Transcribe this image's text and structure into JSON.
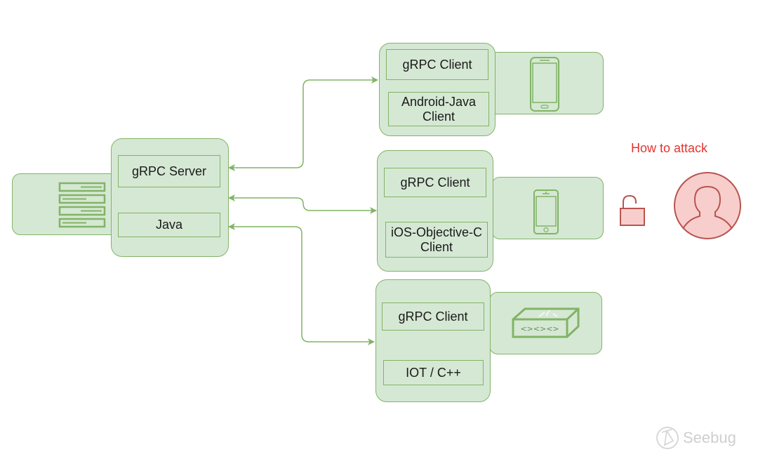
{
  "diagram": {
    "server": {
      "labels": [
        "gRPC Server",
        "Java"
      ],
      "icon": "server-rack-icon"
    },
    "clients": [
      {
        "labels": [
          "gRPC Client",
          "Android-Java\nClient"
        ],
        "icon": "android-phone-icon"
      },
      {
        "labels": [
          "gRPC Client",
          "iOS-Objective-C\nClient"
        ],
        "icon": "iphone-icon"
      },
      {
        "labels": [
          "gRPC Client",
          "IOT / C++"
        ],
        "icon": "network-switch-icon"
      }
    ],
    "attack": {
      "title": "How to attack",
      "icons": [
        "unlocked-padlock-icon",
        "attacker-user-icon"
      ]
    },
    "edges": [
      {
        "from": "server",
        "to": "android-client",
        "bidirectional": true
      },
      {
        "from": "server",
        "to": "ios-client",
        "bidirectional": true
      },
      {
        "from": "server",
        "to": "iot-client",
        "bidirectional": true
      }
    ],
    "colors": {
      "node_fill": "#d5e8d4",
      "node_stroke": "#82b366",
      "attack_text": "#e3342f",
      "attack_fill": "#f8cecc",
      "attack_stroke": "#b85450"
    }
  },
  "watermark": {
    "text": "Seebug"
  }
}
